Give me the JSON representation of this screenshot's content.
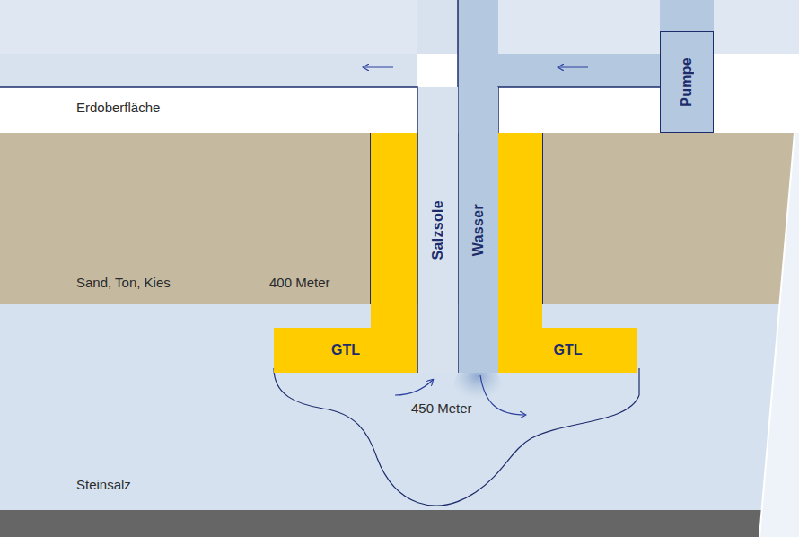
{
  "diagram": {
    "nodes": [
      {
        "text": [
          "Pumpe"
        ]
      },
      {
        "text": [
          "Salzsole"
        ]
      },
      {
        "text": [
          "Wasser"
        ]
      },
      {
        "text": [
          "GTL"
        ]
      },
      {
        "text": [
          "GTL"
        ]
      }
    ],
    "labels": [
      "Erdoberfläche",
      "Sand, Ton, Kies",
      "400 Meter",
      "450 Meter",
      "Steinsalz"
    ]
  }
}
